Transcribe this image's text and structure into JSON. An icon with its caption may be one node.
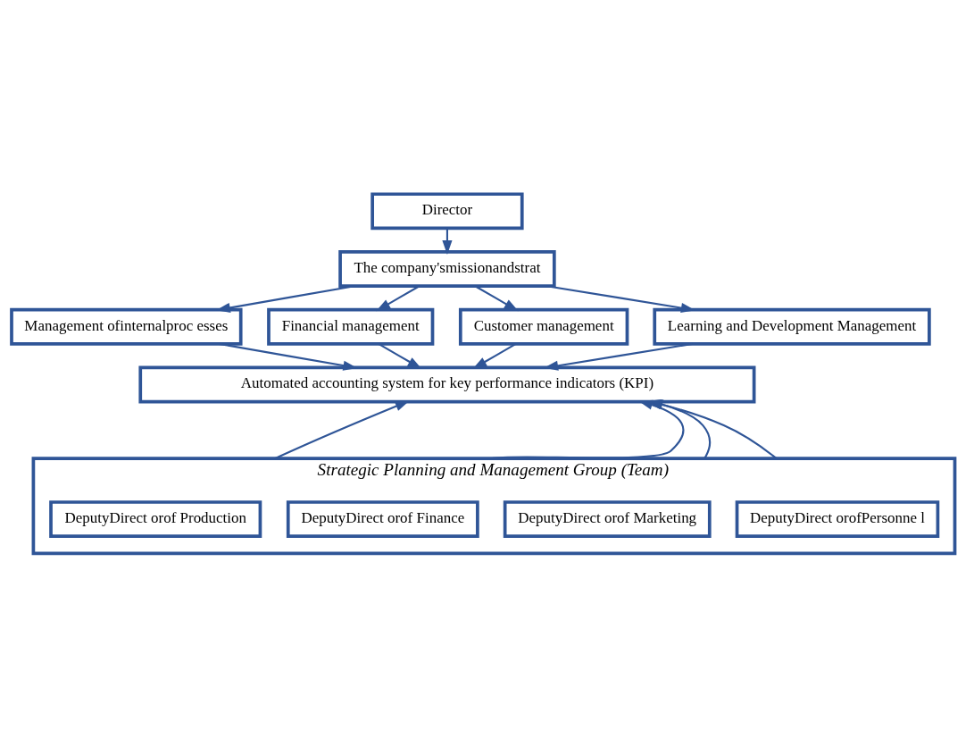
{
  "diagram": {
    "nodes": [
      {
        "text": [
          "Director"
        ]
      },
      {
        "text": [
          "The company'smissionandstrat"
        ]
      },
      {
        "text": [
          "Management ofinternalproc esses"
        ]
      },
      {
        "text": [
          "Financial management"
        ]
      },
      {
        "text": [
          "Customer management"
        ]
      },
      {
        "text": [
          "Learning and Development Management"
        ]
      },
      {
        "text": [
          "Automated accounting system for key performance indicators (KPI)"
        ]
      },
      {
        "text": [
          "Strategic Planning and Management Group (Team)"
        ]
      },
      {
        "text": [
          "DeputyDirect orof Production"
        ],
        "in": 7
      },
      {
        "text": [
          "DeputyDirect orof Finance"
        ],
        "in": 7
      },
      {
        "text": [
          "DeputyDirect orof Marketing"
        ],
        "in": 7
      },
      {
        "text": [
          "DeputyDirect orofPersonne l"
        ],
        "in": 7
      }
    ],
    "edges": [
      {
        "from": 0,
        "to": 1,
        "arrow": "to"
      },
      {
        "from": 1,
        "to": 2,
        "arrow": "to"
      },
      {
        "from": 1,
        "to": 3,
        "arrow": "to"
      },
      {
        "from": 1,
        "to": 4,
        "arrow": "to"
      },
      {
        "from": 1,
        "to": 5,
        "arrow": "to"
      },
      {
        "from": 2,
        "to": 6,
        "arrow": "to"
      },
      {
        "from": 3,
        "to": 6,
        "arrow": "to"
      },
      {
        "from": 4,
        "to": 6,
        "arrow": "to"
      },
      {
        "from": 5,
        "to": 6,
        "arrow": "to"
      },
      {
        "from": 8,
        "to": 6,
        "arrow": "to"
      },
      {
        "from": 9,
        "to": 6,
        "arrow": "to"
      },
      {
        "from": 10,
        "to": 6,
        "arrow": "to"
      },
      {
        "from": 11,
        "to": 6,
        "arrow": "to"
      }
    ]
  }
}
